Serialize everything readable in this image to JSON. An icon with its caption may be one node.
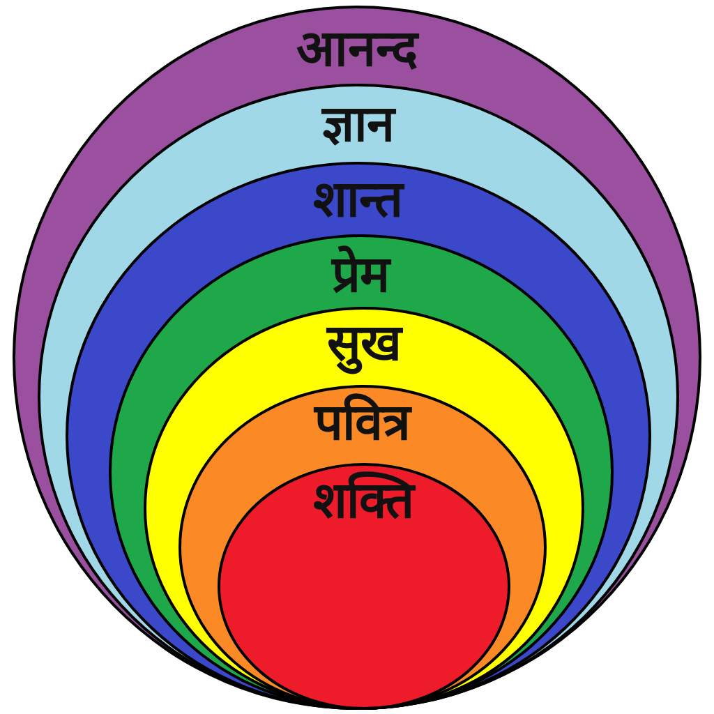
{
  "diagram": {
    "nodes": [
      {
        "text": [
          "आनन्द"
        ]
      },
      {
        "text": [
          "ज्ञान"
        ],
        "in": 0
      },
      {
        "text": [
          "शान्त"
        ],
        "in": 1
      },
      {
        "text": [
          "प्रेम"
        ],
        "in": 2
      },
      {
        "text": [
          "सुख"
        ],
        "in": 3
      },
      {
        "text": [
          "पवित्र"
        ],
        "in": 4
      },
      {
        "text": [
          "शक्ति"
        ],
        "in": 5
      }
    ]
  }
}
